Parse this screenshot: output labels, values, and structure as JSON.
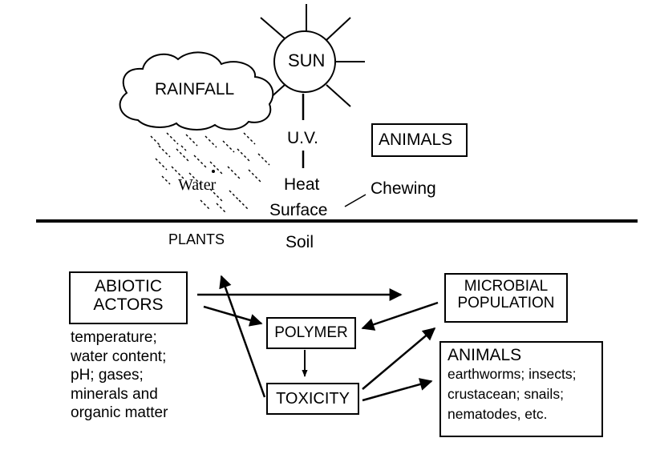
{
  "above_ground": {
    "sun_label": "SUN",
    "rainfall_label": "RAINFALL",
    "uv_label": "U.V.",
    "heat_label": "Heat",
    "water_label": "Water",
    "animals_label": "ANIMALS",
    "chewing_label": "Chewing",
    "surface_label": "Surface"
  },
  "below_ground": {
    "plants_label": "PLANTS",
    "soil_label": "Soil",
    "abiotic_line1": "ABIOTIC",
    "abiotic_line2": "ACTORS",
    "abiotic_details": [
      "temperature;",
      "water content;",
      "pH; gases;",
      "minerals and",
      "organic matter"
    ],
    "polymer_label": "POLYMER",
    "toxicity_label": "TOXICITY",
    "microbial_line1": "MICROBIAL",
    "microbial_line2": "POPULATION",
    "animals_title": "ANIMALS",
    "animals_details": [
      "earthworms; insects;",
      "crustacean; snails;",
      "nematodes, etc."
    ]
  }
}
